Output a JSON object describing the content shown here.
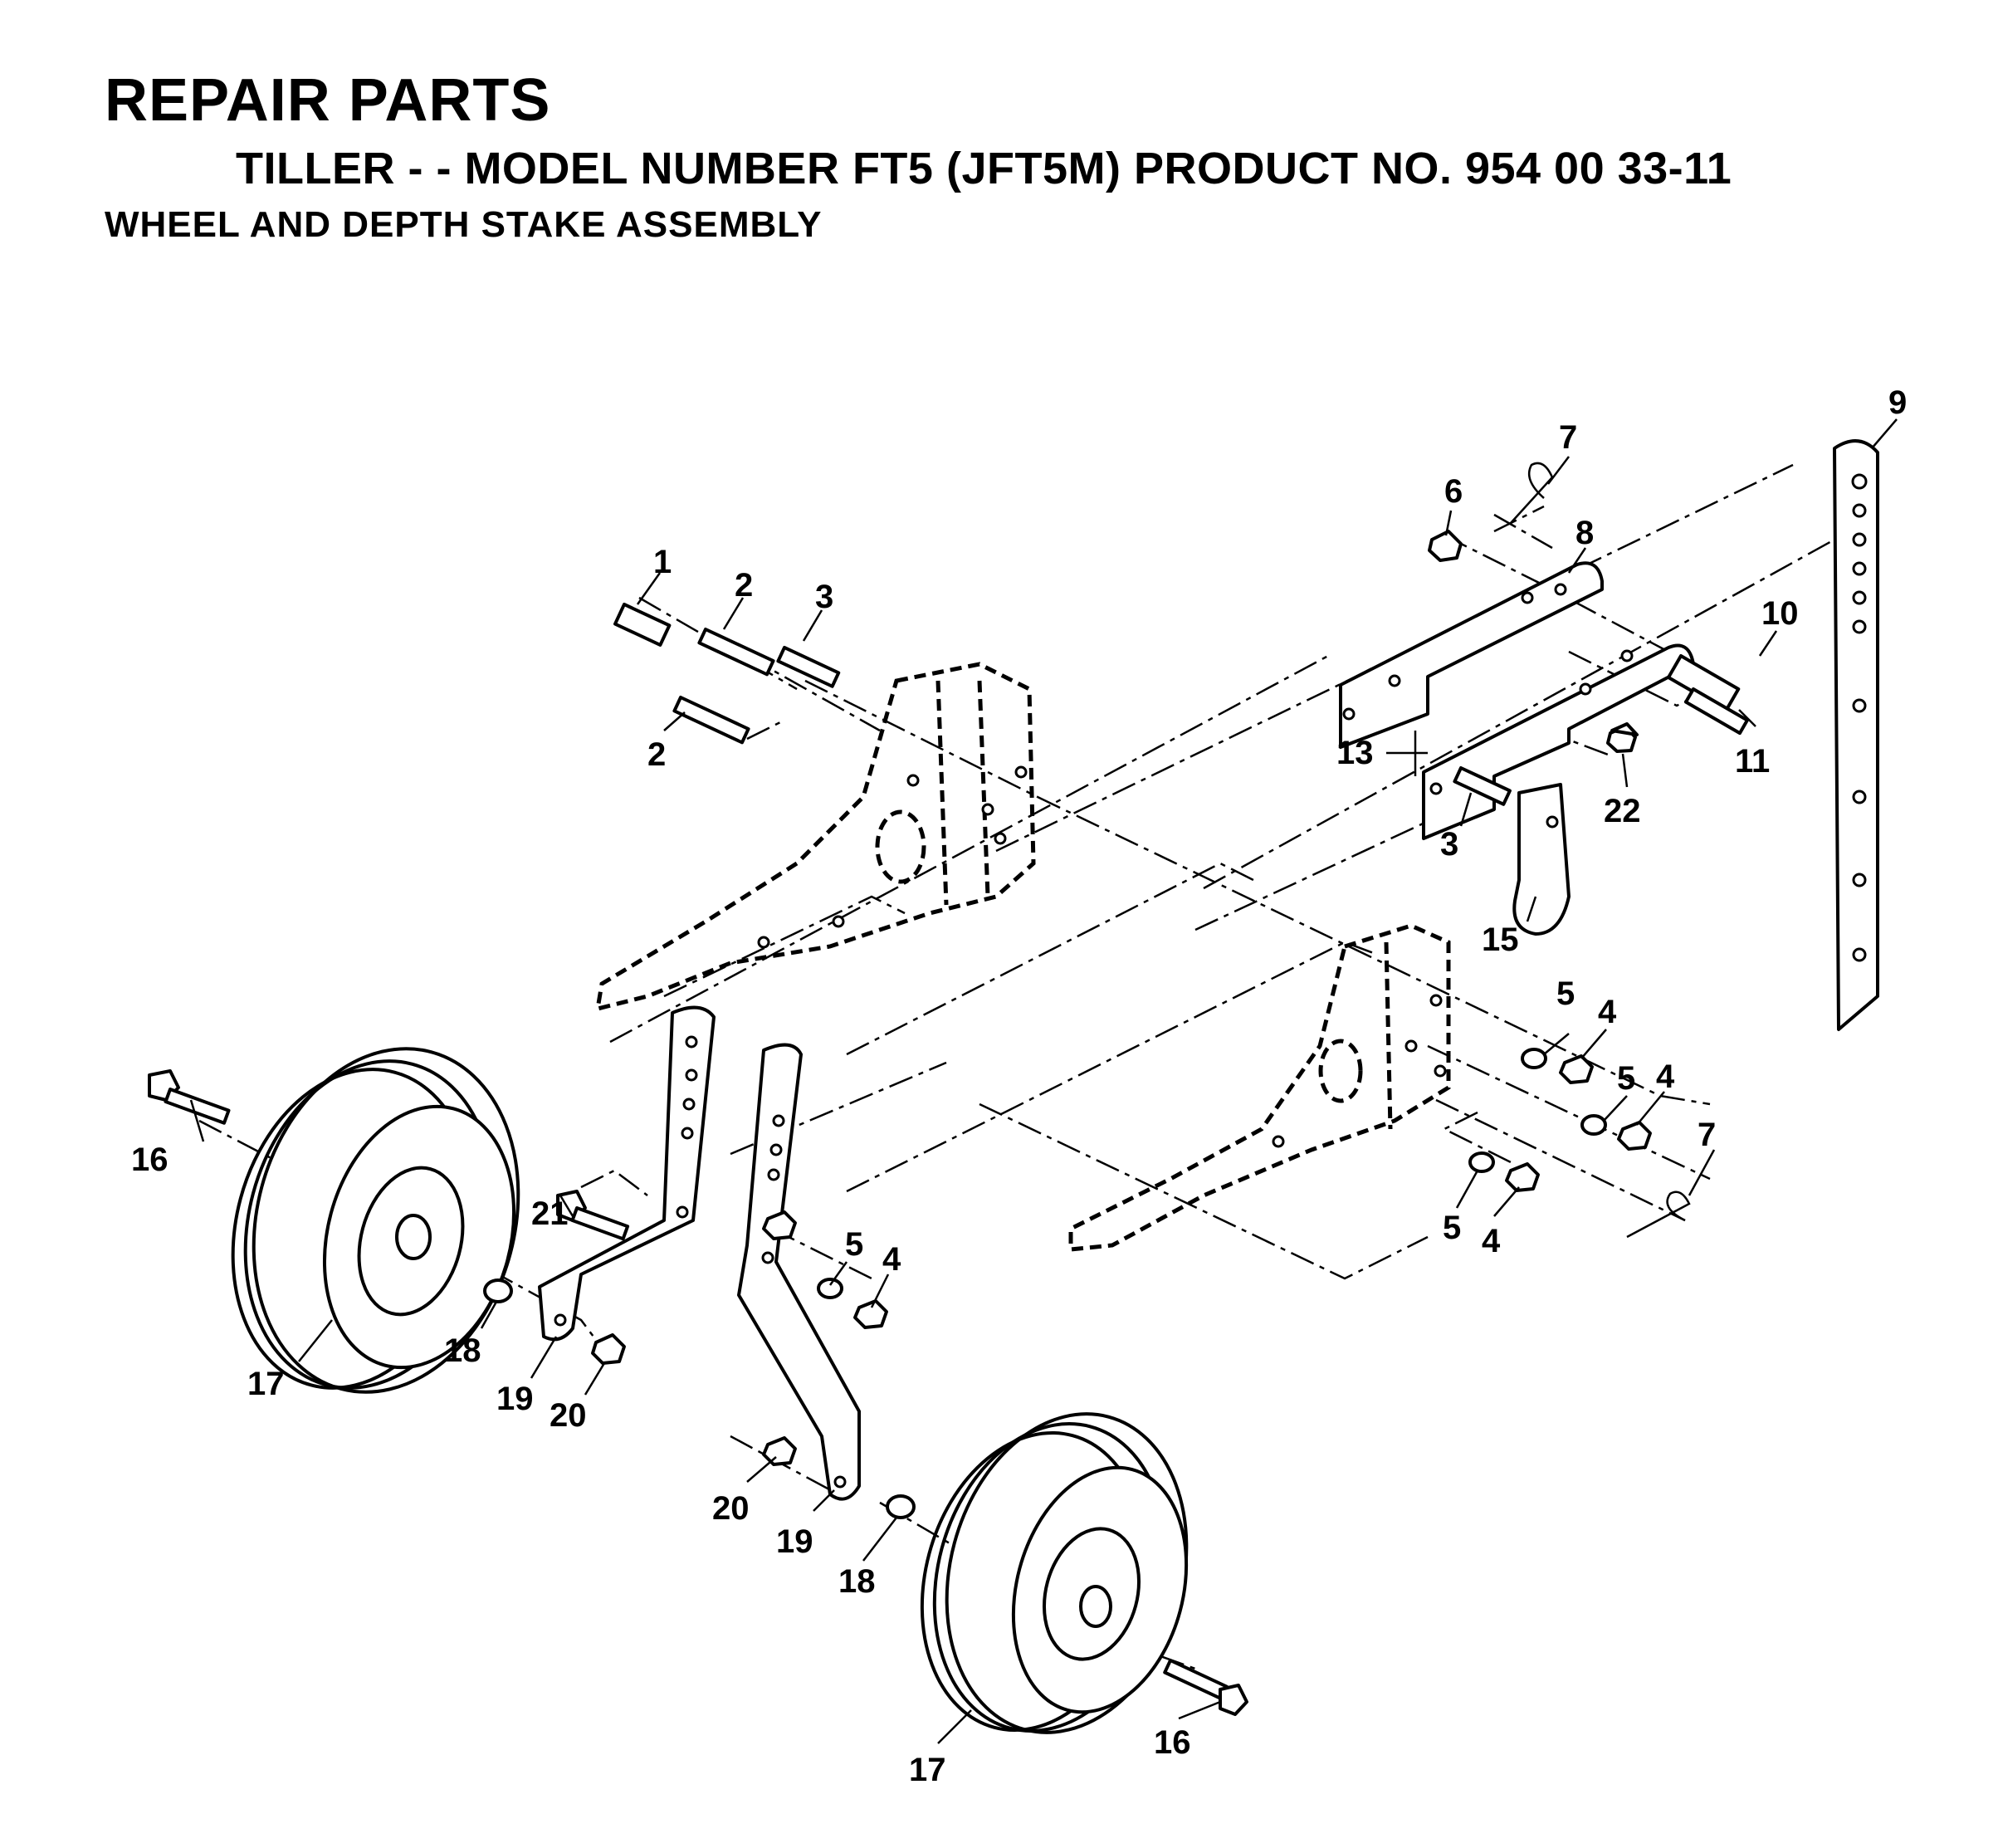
{
  "header": {
    "title": "REPAIR PARTS",
    "model_line": "TILLER - - MODEL NUMBER FT5 (JFT5M) PRODUCT NO. 954 00 33-11",
    "assembly": "WHEEL AND DEPTH STAKE ASSEMBLY"
  },
  "callouts": {
    "c1": "1",
    "c2a": "2",
    "c2b": "2",
    "c3a": "3",
    "c3b": "3",
    "c4a": "4",
    "c4b": "4",
    "c4c": "4",
    "c4d": "4",
    "c5a": "5",
    "c5b": "5",
    "c5c": "5",
    "c5d": "5",
    "c6": "6",
    "c7a": "7",
    "c7b": "7",
    "c8": "8",
    "c9": "9",
    "c10": "10",
    "c11": "11",
    "c13": "13",
    "c15": "15",
    "c16a": "16",
    "c16b": "16",
    "c17a": "17",
    "c17b": "17",
    "c18a": "18",
    "c18b": "18",
    "c19a": "19",
    "c19b": "19",
    "c20a": "20",
    "c20b": "20",
    "c21": "21",
    "c22": "22"
  }
}
